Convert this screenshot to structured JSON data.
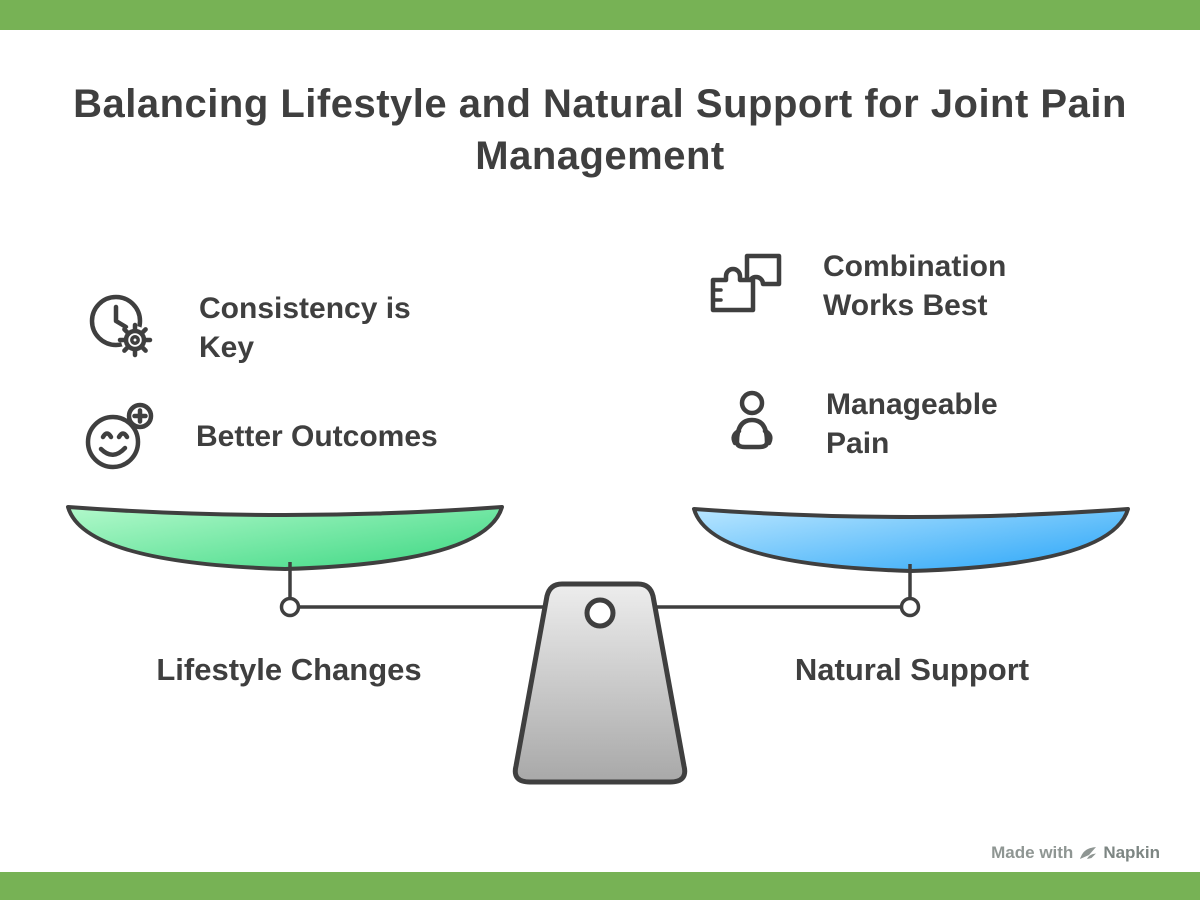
{
  "title": "Balancing Lifestyle and Natural Support for Joint Pain Management",
  "left_column": {
    "items": [
      {
        "icon": "clock-gear-icon",
        "label": "Consistency is Key"
      },
      {
        "icon": "smiley-plus-icon",
        "label": "Better Outcomes"
      }
    ],
    "pan_label": "Lifestyle Changes",
    "pan_gradient": {
      "from": "#b2f9cb",
      "to": "#3fd884"
    }
  },
  "right_column": {
    "items": [
      {
        "icon": "puzzle-icon",
        "label": "Combination Works Best"
      },
      {
        "icon": "person-icon",
        "label": "Manageable Pain"
      }
    ],
    "pan_label": "Natural Support",
    "pan_gradient": {
      "from": "#b9e6ff",
      "to": "#2da7f8"
    }
  },
  "colors": {
    "ink": "#3f3f3f",
    "background_green": "#77b255",
    "canvas": "#ffffff",
    "fulcrum_from": "#ededed",
    "fulcrum_to": "#a8a8a8"
  },
  "watermark": {
    "made_with": "Made with",
    "brand": "Napkin"
  }
}
